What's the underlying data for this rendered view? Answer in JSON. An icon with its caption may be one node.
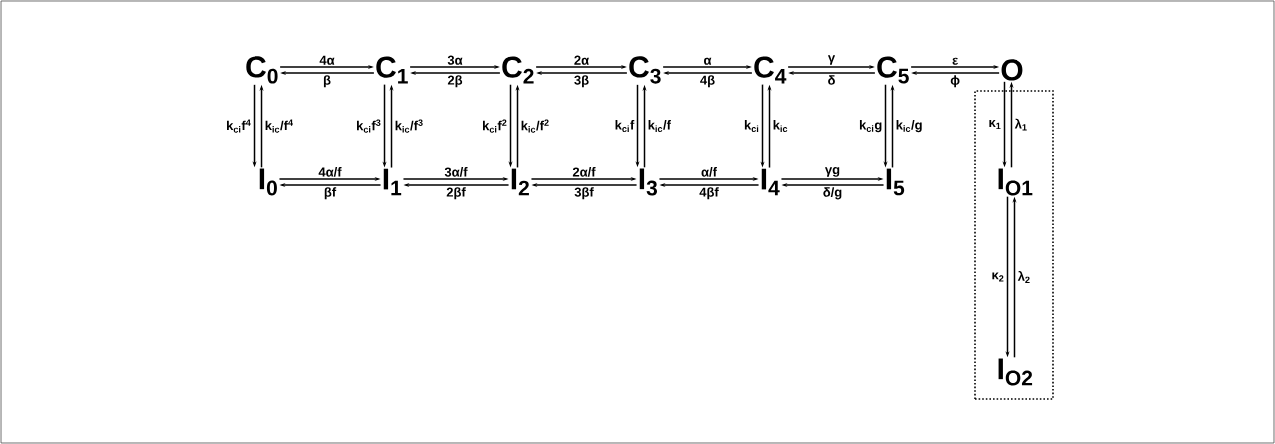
{
  "diagram": {
    "nodes": [
      {
        "text": [
          "C$_{0}$"
        ]
      },
      {
        "text": [
          "C$_{1}$"
        ]
      },
      {
        "text": [
          "C$_{2}$"
        ]
      },
      {
        "text": [
          "C$_{3}$"
        ]
      },
      {
        "text": [
          "C$_{4}$"
        ]
      },
      {
        "text": [
          "C$_{5}$"
        ]
      },
      {
        "text": [
          "O"
        ]
      },
      {
        "text": [
          "I$_{0}$"
        ]
      },
      {
        "text": [
          "I$_{1}$"
        ]
      },
      {
        "text": [
          "I$_{2}$"
        ]
      },
      {
        "text": [
          "I$_{3}$"
        ]
      },
      {
        "text": [
          "I$_{4}$"
        ]
      },
      {
        "text": [
          "I$_{5}$"
        ]
      },
      {
        "text": [],
        "shape": "box"
      },
      {
        "text": [
          "I$_{O1}$"
        ],
        "in": 13
      },
      {
        "text": [
          "I$_{O2}$"
        ],
        "in": 13
      }
    ],
    "edges": [
      {
        "from": 0,
        "to": 1,
        "arrow": "to",
        "label": "4α"
      },
      {
        "from": 1,
        "to": 0,
        "arrow": "to",
        "label": "β"
      },
      {
        "from": 1,
        "to": 2,
        "arrow": "to",
        "label": "3α"
      },
      {
        "from": 2,
        "to": 1,
        "arrow": "to",
        "label": "2β"
      },
      {
        "from": 2,
        "to": 3,
        "arrow": "to",
        "label": "2α"
      },
      {
        "from": 3,
        "to": 2,
        "arrow": "to",
        "label": "3β"
      },
      {
        "from": 3,
        "to": 4,
        "arrow": "to",
        "label": "α"
      },
      {
        "from": 4,
        "to": 3,
        "arrow": "to",
        "label": "4β"
      },
      {
        "from": 4,
        "to": 5,
        "arrow": "to",
        "label": "γ"
      },
      {
        "from": 5,
        "to": 4,
        "arrow": "to",
        "label": "δ"
      },
      {
        "from": 5,
        "to": 6,
        "arrow": "to",
        "label": "ε"
      },
      {
        "from": 6,
        "to": 5,
        "arrow": "to",
        "label": "ϕ"
      },
      {
        "from": 0,
        "to": 7,
        "arrow": "to",
        "label": "k$_{ci}$f$^{4}$"
      },
      {
        "from": 7,
        "to": 0,
        "arrow": "to",
        "label": "k$_{ic}$/f$^{4}$"
      },
      {
        "from": 1,
        "to": 8,
        "arrow": "to",
        "label": "k$_{ci}$f$^{3}$"
      },
      {
        "from": 8,
        "to": 1,
        "arrow": "to",
        "label": "k$_{ic}$/f$^{3}$"
      },
      {
        "from": 2,
        "to": 9,
        "arrow": "to",
        "label": "k$_{ci}$f$^{2}$"
      },
      {
        "from": 9,
        "to": 2,
        "arrow": "to",
        "label": "k$_{ic}$/f$^{2}$"
      },
      {
        "from": 3,
        "to": 10,
        "arrow": "to",
        "label": "k$_{ci}$f"
      },
      {
        "from": 10,
        "to": 3,
        "arrow": "to",
        "label": "k$_{ic}$/f"
      },
      {
        "from": 4,
        "to": 11,
        "arrow": "to",
        "label": "k$_{ci}$"
      },
      {
        "from": 11,
        "to": 4,
        "arrow": "to",
        "label": "k$_{ic}$"
      },
      {
        "from": 5,
        "to": 12,
        "arrow": "to",
        "label": "k$_{ci}$g"
      },
      {
        "from": 12,
        "to": 5,
        "arrow": "to",
        "label": "k$_{ic}$/g"
      },
      {
        "from": 6,
        "to": 14,
        "arrow": "to",
        "label": "κ$_{1}$"
      },
      {
        "from": 14,
        "to": 6,
        "arrow": "to",
        "label": "λ$_{1}$"
      },
      {
        "from": 7,
        "to": 8,
        "arrow": "to",
        "label": "4α/f"
      },
      {
        "from": 8,
        "to": 7,
        "arrow": "to",
        "label": "βf"
      },
      {
        "from": 8,
        "to": 9,
        "arrow": "to",
        "label": "3α/f"
      },
      {
        "from": 9,
        "to": 8,
        "arrow": "to",
        "label": "2βf"
      },
      {
        "from": 9,
        "to": 10,
        "arrow": "to",
        "label": "2α/f"
      },
      {
        "from": 10,
        "to": 9,
        "arrow": "to",
        "label": "3βf"
      },
      {
        "from": 10,
        "to": 11,
        "arrow": "to",
        "label": "α/f"
      },
      {
        "from": 11,
        "to": 10,
        "arrow": "to",
        "label": "4βf"
      },
      {
        "from": 11,
        "to": 12,
        "arrow": "to",
        "label": "γg"
      },
      {
        "from": 12,
        "to": 11,
        "arrow": "to",
        "label": "δ/g"
      },
      {
        "from": 14,
        "to": 15,
        "arrow": "to",
        "label": "κ$_{2}$"
      },
      {
        "from": 15,
        "to": 14,
        "arrow": "to",
        "label": "λ$_{2}$"
      }
    ]
  }
}
